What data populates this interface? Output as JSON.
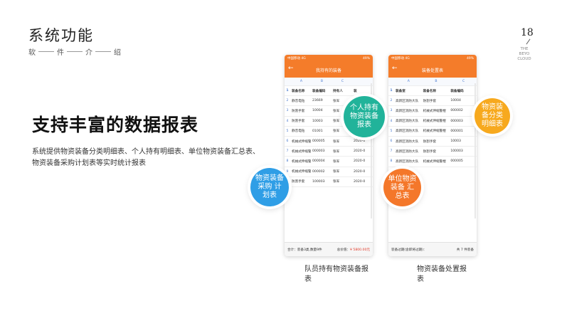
{
  "header": {
    "title": "系统功能",
    "subtitle_chars": [
      "软",
      "件",
      "介",
      "绍"
    ],
    "page_number": "18",
    "brand_lines": [
      "THE",
      "BEYO",
      "CLOUD"
    ]
  },
  "main": {
    "heading": "支持丰富的数据报表",
    "description": "系统提供物资装备分类明细表、个人持有明细表、单位物资装备汇总表、物资装备采购计划表等实时统计报表"
  },
  "phone1": {
    "status_left": "中国移动 4G",
    "status_right": "49%",
    "title": "我持有的装备",
    "columns": [
      "A",
      "B",
      "C",
      ""
    ],
    "rows": [
      [
        "1",
        "装备名称",
        "装备编码",
        "持有人",
        "装"
      ],
      [
        "2",
        "静音电钻",
        "23669",
        "张军",
        ""
      ],
      [
        "3",
        "防割手套",
        "10004",
        "张军",
        ""
      ],
      [
        "4",
        "防割手套",
        "10003",
        "张军",
        ""
      ],
      [
        "5",
        "静音电钻",
        "01001",
        "张军",
        "2020-0"
      ],
      [
        "6",
        "机械式伸缩警棍",
        "000005",
        "张军",
        "2020-0"
      ],
      [
        "7",
        "机械式伸缩警棍",
        "000003",
        "张军",
        "2020-0"
      ],
      [
        "8",
        "机械式伸缩警棍",
        "000004",
        "张军",
        "2020-0"
      ],
      [
        "9",
        "机械式伸缩警棍",
        "000002",
        "张军",
        "2020-0"
      ],
      [
        "10",
        "防割手套",
        "100003",
        "张军",
        "2020-0"
      ]
    ],
    "footer_left": "合计：装备3类,数量9件",
    "footer_right_label": "总价值：",
    "footer_right_value": "¥ 5800.00元"
  },
  "phone2": {
    "status_left": "中国移动 4G",
    "status_right": "49%",
    "title": "装备处置表",
    "columns": [
      "A",
      "B",
      "C"
    ],
    "rows": [
      [
        "1",
        "装备室",
        "装备名称",
        "装备编码"
      ],
      [
        "2",
        "高新区消防大队",
        "防割手套",
        "10004"
      ],
      [
        "3",
        "高新区消防大队",
        "机械式伸缩警棍",
        "000002"
      ],
      [
        "4",
        "高新区消防大队",
        "机械式伸缩警棍",
        "000003"
      ],
      [
        "5",
        "高新区消防大队",
        "机械式伸缩警棍",
        "000001"
      ],
      [
        "6",
        "高新区消防大队",
        "防割手套",
        "10003"
      ],
      [
        "7",
        "高新区消防大队",
        "防割手套",
        "100003"
      ],
      [
        "8",
        "高新区消防大队",
        "机械式伸缩警棍",
        "000005"
      ]
    ],
    "footer_left": "装备过期(含即将过期)：",
    "footer_right": "共 7 件装备"
  },
  "bubbles": {
    "teal": "个人持有物资装备报表",
    "blue": "物资装备采购 计划表",
    "orange": "单位物资装备 汇总表",
    "yellow": "物资装备分类 明细表"
  },
  "captions": {
    "phone1": "队员持有物资装备报表",
    "phone2": "物资装备处置报表"
  },
  "colors": {
    "accent_orange": "#f47c2a",
    "teal": "#21b39a",
    "blue": "#2f9ee6",
    "yellow": "#f7a91e",
    "red_value": "#e03b2b"
  }
}
